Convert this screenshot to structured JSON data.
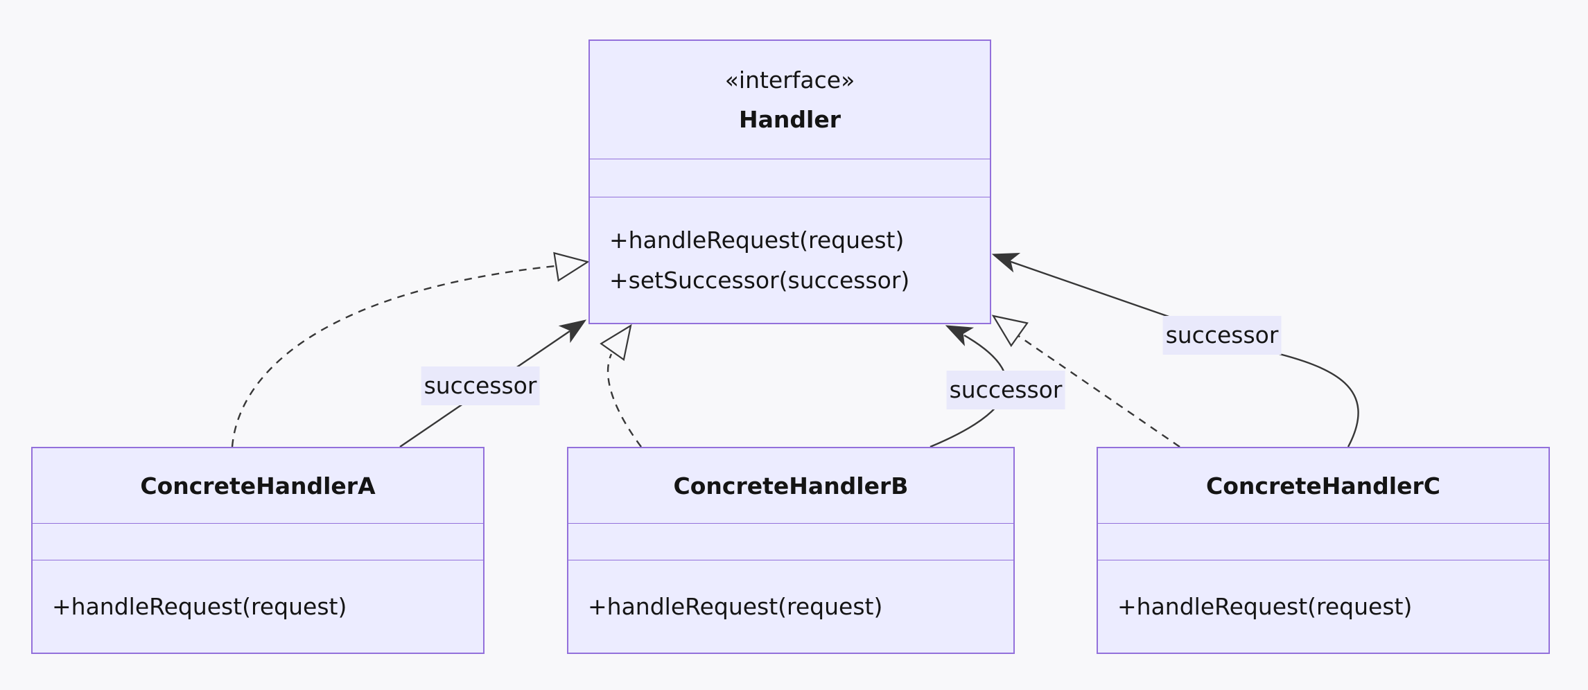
{
  "diagram": {
    "type": "uml-class-diagram",
    "background_color": "#F8F8FA",
    "colors": {
      "node_fill": "#ECECFF",
      "node_border": "#9370DB",
      "edge_line": "#373737",
      "text": "#141414",
      "edge_label_bg": "#E9E9FB"
    },
    "classes": [
      {
        "annotation": "«interface»",
        "name": "Handler",
        "attributes": [],
        "methods": [
          "+handleRequest(request)",
          "+setSuccessor(successor)"
        ]
      },
      {
        "name": "ConcreteHandlerA",
        "attributes": [],
        "methods": [
          "+handleRequest(request)"
        ]
      },
      {
        "name": "ConcreteHandlerB",
        "attributes": [],
        "methods": [
          "+handleRequest(request)"
        ]
      },
      {
        "name": "ConcreteHandlerC",
        "attributes": [],
        "methods": [
          "+handleRequest(request)"
        ]
      }
    ],
    "edges": [
      {
        "from": "ConcreteHandlerA",
        "to": "Handler",
        "relation": "realization",
        "line": "dashed",
        "arrowhead": "hollow-triangle"
      },
      {
        "from": "ConcreteHandlerA",
        "to": "Handler",
        "relation": "association",
        "line": "solid",
        "arrowhead": "open-dart",
        "label": "successor"
      },
      {
        "from": "ConcreteHandlerB",
        "to": "Handler",
        "relation": "realization",
        "line": "dashed",
        "arrowhead": "hollow-triangle"
      },
      {
        "from": "ConcreteHandlerB",
        "to": "Handler",
        "relation": "association",
        "line": "solid",
        "arrowhead": "open-dart",
        "label": "successor"
      },
      {
        "from": "ConcreteHandlerC",
        "to": "Handler",
        "relation": "realization",
        "line": "dashed",
        "arrowhead": "hollow-triangle"
      },
      {
        "from": "ConcreteHandlerC",
        "to": "Handler",
        "relation": "association",
        "line": "solid",
        "arrowhead": "open-dart",
        "label": "successor"
      }
    ]
  }
}
